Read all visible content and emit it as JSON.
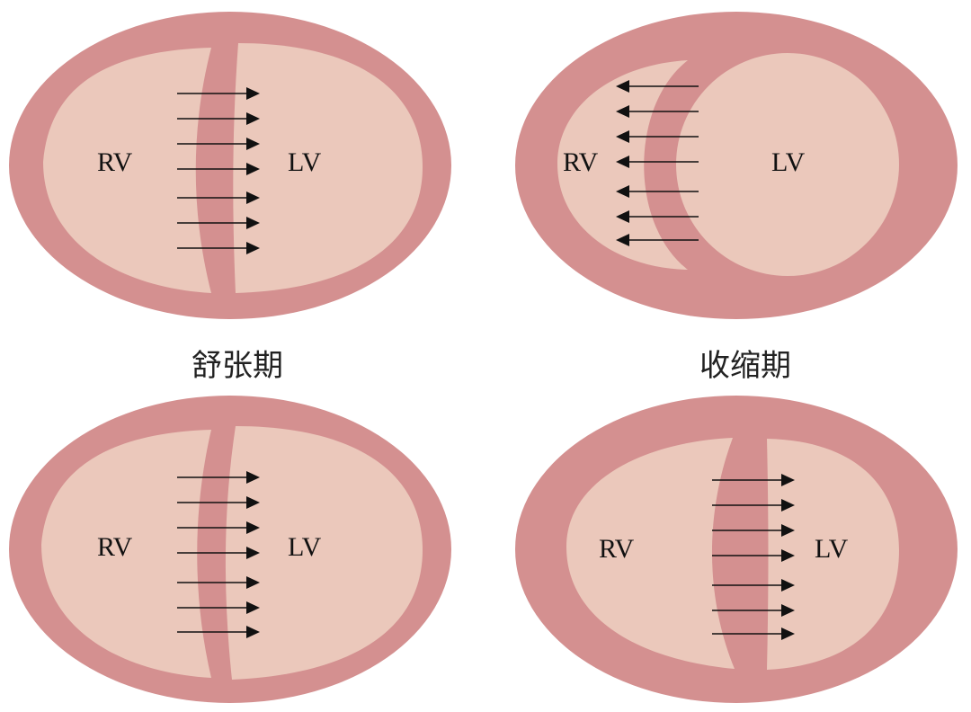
{
  "colors": {
    "myocardium": "#d49090",
    "cavity": "#ebc8bb",
    "arrow": "#111111",
    "background": "#ffffff"
  },
  "phase_labels": {
    "diastole": "舒张期",
    "systole": "收缩期"
  },
  "panels": [
    {
      "id": "top-left",
      "rv_label": "RV",
      "lv_label": "LV",
      "arrow_direction": "right",
      "arrow_count": 7
    },
    {
      "id": "top-right",
      "rv_label": "RV",
      "lv_label": "LV",
      "arrow_direction": "left",
      "arrow_count": 7
    },
    {
      "id": "bottom-left",
      "rv_label": "RV",
      "lv_label": "LV",
      "arrow_direction": "right",
      "arrow_count": 7
    },
    {
      "id": "bottom-right",
      "rv_label": "RV",
      "lv_label": "LV",
      "arrow_direction": "right",
      "arrow_count": 7
    }
  ]
}
